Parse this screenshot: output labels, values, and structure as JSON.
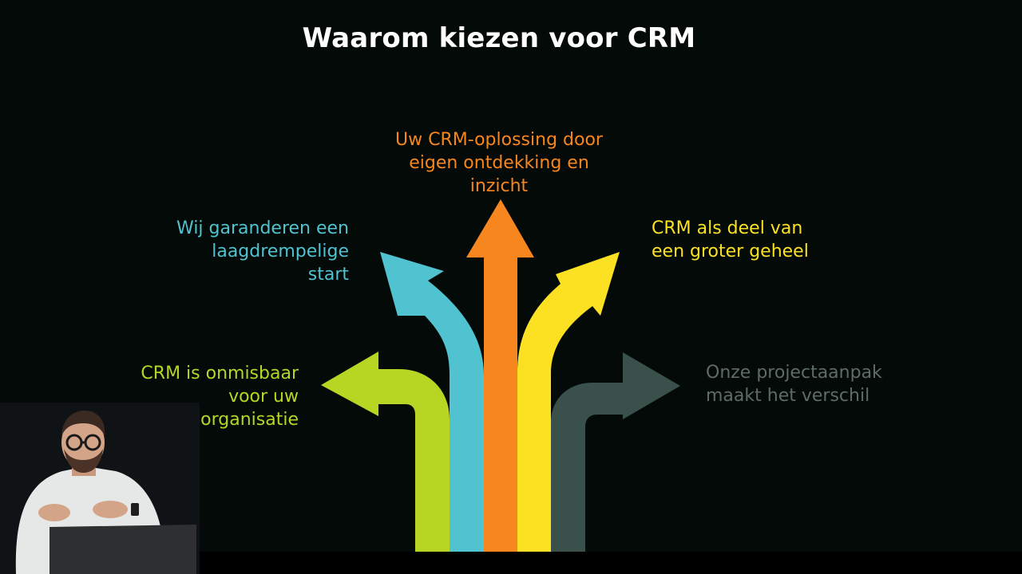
{
  "slide": {
    "title": "Waarom kiezen voor CRM",
    "options": [
      {
        "id": "center",
        "lines": [
          "Uw CRM-oplossing door",
          "eigen ontdekking en",
          "inzicht"
        ],
        "color": "#f7861e"
      },
      {
        "id": "left-upper",
        "lines": [
          "Wij garanderen een",
          "laagdrempelige",
          "start"
        ],
        "color": "#51c2cf"
      },
      {
        "id": "right-upper",
        "lines": [
          "CRM als deel van",
          "een groter geheel"
        ],
        "color": "#fbe122"
      },
      {
        "id": "left-lower",
        "lines": [
          "CRM is onmisbaar",
          "voor uw",
          "organisatie"
        ],
        "color": "#b7d624"
      },
      {
        "id": "right-lower",
        "lines": [
          "Onze projectaanpak",
          "maakt het verschil"
        ],
        "color": "#3a514b"
      }
    ],
    "gray_label_color": "#5e6b67",
    "background_color": "#030a08"
  },
  "speaker": {
    "shirt_color": "#e6e8e7",
    "laptop_color": "#2d2f30",
    "backdrop_color": "#101315"
  }
}
